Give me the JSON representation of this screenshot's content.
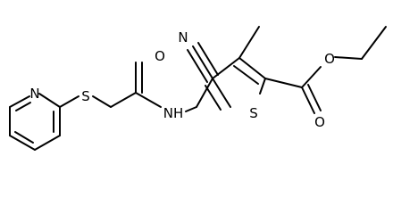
{
  "molecule": {
    "atoms": {
      "nitrile_n": "N",
      "pyridine_n": "N",
      "thioether_s": "S",
      "amide_o": "O",
      "amide_nh": "NH",
      "thiophene_s": "S",
      "ester_o_single": "O",
      "ester_o_double": "O"
    }
  },
  "colors": {
    "bond": "#000000",
    "label": "#000000",
    "background": "#ffffff"
  }
}
